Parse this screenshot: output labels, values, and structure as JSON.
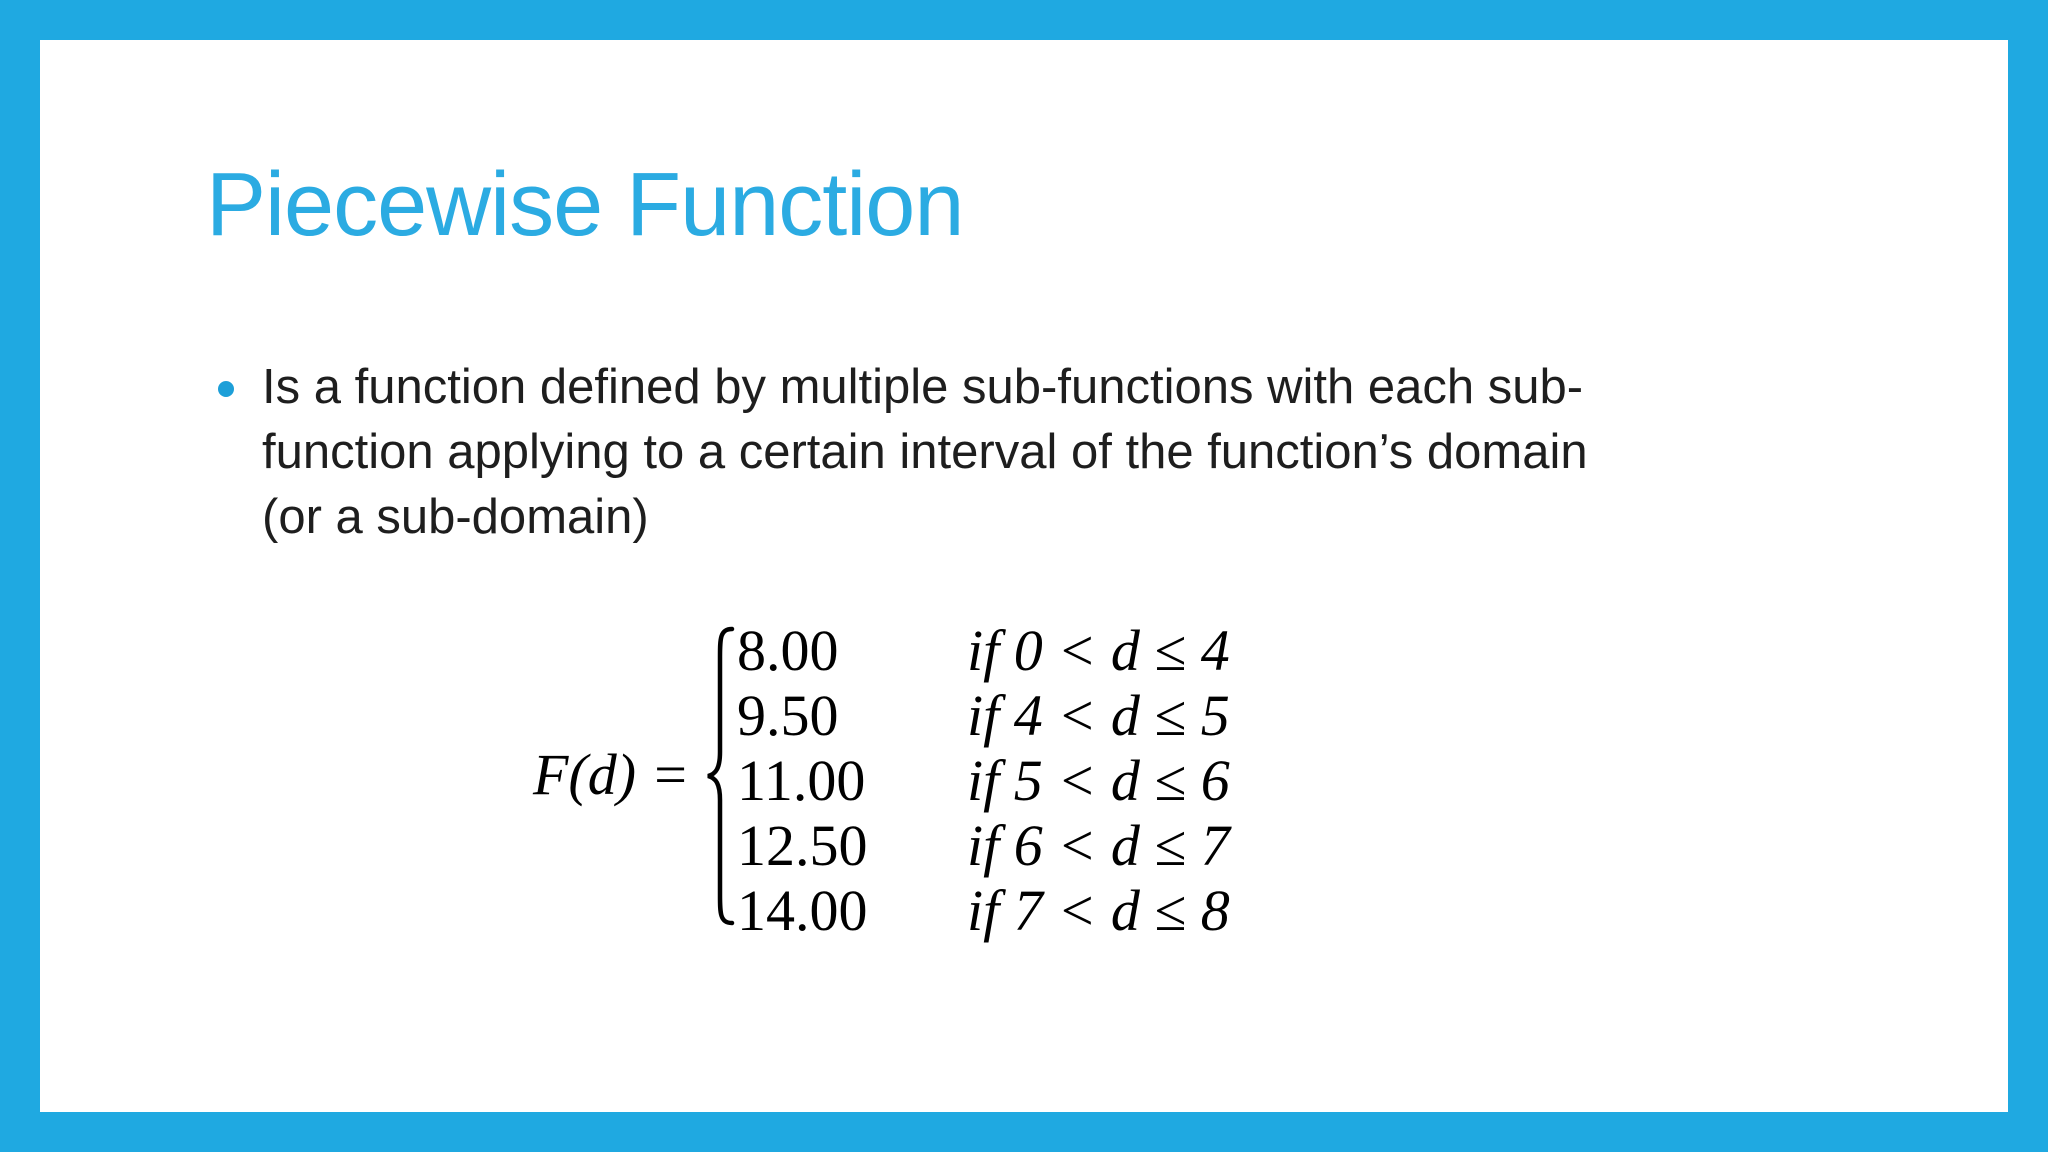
{
  "slide": {
    "title": "Piecewise Function",
    "bullet": {
      "lines": [
        "Is a function defined by multiple sub-functions with each sub-",
        "function applying to a certain interval of the function’s domain",
        "(or a sub-domain)"
      ]
    },
    "equation": {
      "lhs": "F(d) =",
      "cases": [
        {
          "value": "8.00",
          "condition": "if 0 < d ≤ 4"
        },
        {
          "value": "9.50",
          "condition": "if 4 < d ≤ 5"
        },
        {
          "value": "11.00",
          "condition": "if 5 < d ≤ 6"
        },
        {
          "value": "12.50",
          "condition": "if 6 < d ≤ 7"
        },
        {
          "value": "14.00",
          "condition": "if 7 < d ≤ 8"
        }
      ]
    }
  },
  "colors": {
    "frame": "#1FA9E1",
    "title": "#2BABE2",
    "bullet_dot": "#1D9FD8",
    "body_text": "#1E1E1E",
    "math_text": "#000000",
    "background": "#FFFFFF"
  }
}
